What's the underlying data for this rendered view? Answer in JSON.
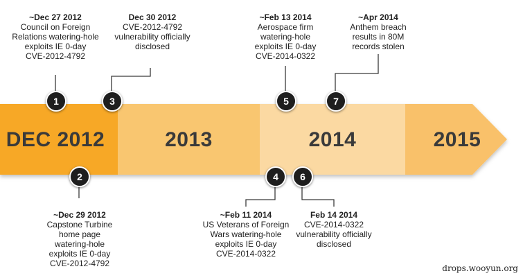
{
  "segments": [
    {
      "label": "DEC 2012",
      "color": "#f7a825"
    },
    {
      "label": "2013",
      "color": "#f9c670"
    },
    {
      "label": "2014",
      "color": "#fbd9a2"
    },
    {
      "label": "2015",
      "color": "#f9c16a"
    }
  ],
  "events": [
    {
      "number": "1",
      "date": "~Dec 27 2012",
      "lines": [
        "Council on Foreign",
        "Relations watering-hole",
        "exploits IE 0-day",
        "CVE-2012-4792"
      ]
    },
    {
      "number": "2",
      "date": "~Dec 29 2012",
      "lines": [
        "Capstone Turbine",
        "home page",
        "watering-hole",
        "exploits IE 0-day",
        "CVE-2012-4792"
      ]
    },
    {
      "number": "3",
      "date": "Dec 30 2012",
      "lines": [
        "CVE-2012-4792",
        "vulnerability officially",
        "disclosed"
      ]
    },
    {
      "number": "4",
      "date": "~Feb 11 2014",
      "lines": [
        "US Veterans of Foreign",
        "Wars watering-hole",
        "exploits IE 0-day",
        "CVE-2014-0322"
      ]
    },
    {
      "number": "5",
      "date": "~Feb 13 2014",
      "lines": [
        "Aerospace firm",
        "watering-hole",
        "exploits IE 0-day",
        "CVE-2014-0322"
      ]
    },
    {
      "number": "6",
      "date": "Feb 14 2014",
      "lines": [
        "CVE-2014-0322",
        "vulnerability officially",
        "disclosed"
      ]
    },
    {
      "number": "7",
      "date": "~Apr 2014",
      "lines": [
        "Anthem breach",
        "results in 80M",
        "records stolen"
      ]
    }
  ],
  "watermark": "drops.wooyun.org"
}
